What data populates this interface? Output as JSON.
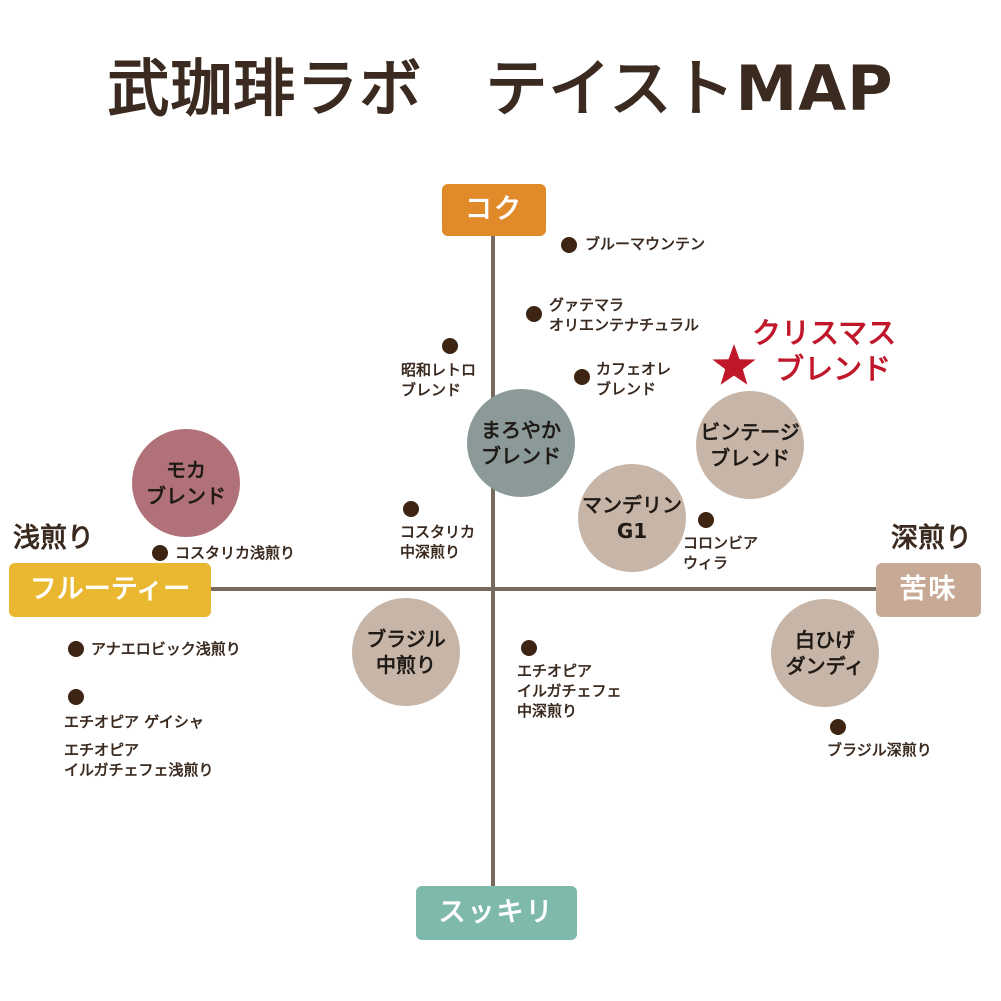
{
  "title": "武珈琲ラボ　テイストMAP",
  "axes": {
    "top": "コク",
    "bottom": "スッキリ",
    "left": "フルーティー",
    "right": "苦味",
    "left_side": "浅煎り",
    "right_side": "深煎り"
  },
  "featured": {
    "line1": "クリスマス",
    "line2": "ブレンド",
    "icon": "star-icon"
  },
  "circles": {
    "mokablend": {
      "line1": "モカ",
      "line2": "ブレンド"
    },
    "maroyaka": {
      "line1": "まろやか",
      "line2": "ブレンド"
    },
    "vintage": {
      "line1": "ビンテージ",
      "line2": "ブレンド"
    },
    "mandheling": {
      "line1": "マンデリン",
      "line2": "G1"
    },
    "brazil_medium": {
      "line1": "ブラジル",
      "line2": "中煎り"
    },
    "shirohige": {
      "line1": "白ひげ",
      "line2": "ダンディ"
    }
  },
  "points": {
    "blue_mountain": "ブルーマウンテン",
    "guatemala_1": "グァテマラ",
    "guatemala_2": "オリエンテナチュラル",
    "showa_1": "昭和レトロ",
    "showa_2": "ブレンド",
    "cafe_au_lait_1": "カフェオレ",
    "cafe_au_lait_2": "ブレンド",
    "costarica_medium_1": "コスタリカ",
    "costarica_medium_2": "中深煎り",
    "costarica_light": "コスタリカ浅煎り",
    "colombia_1": "コロンビア",
    "colombia_2": "ウィラ",
    "anaerobic": "アナエロビック浅煎り",
    "geisha": "エチオピア ゲイシャ",
    "yirgacheffe_light_1": "エチオピア",
    "yirgacheffe_light_2": "イルガチェフェ浅煎り",
    "yirgacheffe_medium_1": "エチオピア",
    "yirgacheffe_medium_2": "イルガチェフェ",
    "yirgacheffe_medium_3": "中深煎り",
    "brazil_dark": "ブラジル深煎り"
  },
  "colors": {
    "top_axis": "#e08a2a",
    "bottom_axis": "#7fb9ac",
    "left_axis": "#e9b730",
    "right_axis": "#c7a996",
    "star": "#c0182a",
    "mokablend": "#b07178",
    "maroyaka": "#8b9a98",
    "beige": "#c7b5a7"
  }
}
